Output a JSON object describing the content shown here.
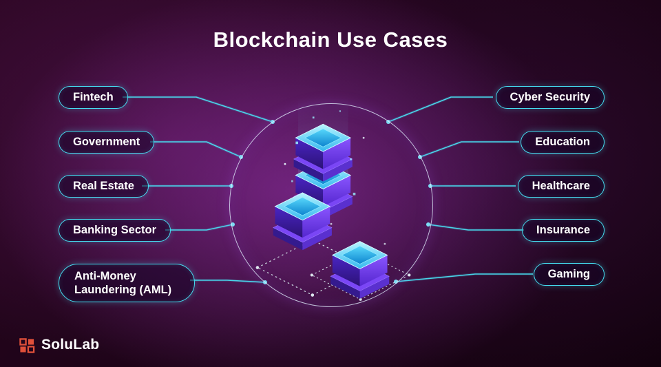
{
  "title": "Blockchain Use Cases",
  "left_items": [
    "Fintech",
    "Government",
    "Real Estate",
    "Banking Sector",
    "Anti-Money Laundering (AML)"
  ],
  "right_items": [
    "Cyber Security",
    "Education",
    "Healthcare",
    "Insurance",
    "Gaming"
  ],
  "logo": {
    "text": "SoluLab"
  },
  "colors": {
    "accent_cyan": "#45dff2",
    "background_purple": "#a83ac4",
    "cube_purple": "#7a46f5",
    "cube_top_cyan": "#57d7fb",
    "circle_stroke": "#e1ecfc",
    "logo_red": "#e0503a",
    "text": "#ffffff"
  }
}
